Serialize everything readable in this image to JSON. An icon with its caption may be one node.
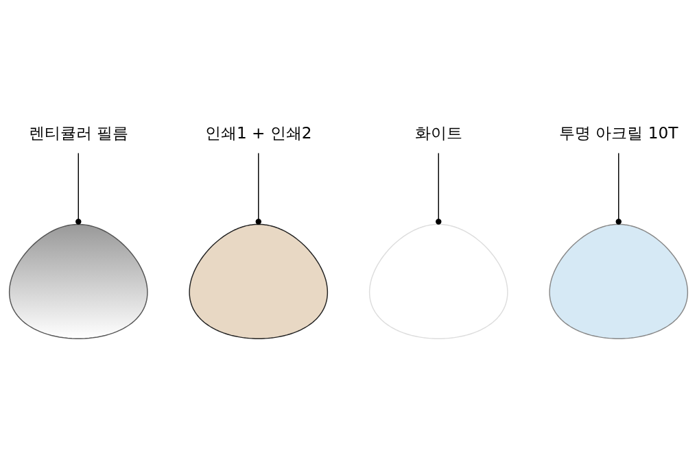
{
  "diagram": {
    "nodes": [
      {
        "text": [
          "렌티큘러 필름"
        ]
      },
      {
        "text": [
          "인쇄1 + 인쇄2"
        ]
      },
      {
        "text": [
          "화이트"
        ]
      },
      {
        "text": [
          "투명 아크릴 10T"
        ]
      },
      {
        "text": [],
        "shape": "cloud"
      },
      {
        "text": [],
        "shape": "cloud"
      },
      {
        "text": [],
        "shape": "cloud"
      },
      {
        "text": [],
        "shape": "cloud"
      }
    ],
    "edges": [
      {
        "from": 0,
        "to": 4,
        "arrow": "other"
      },
      {
        "from": 1,
        "to": 5,
        "arrow": "other"
      },
      {
        "from": 2,
        "to": 6,
        "arrow": "other"
      },
      {
        "from": 3,
        "to": 7,
        "arrow": "other"
      }
    ]
  }
}
